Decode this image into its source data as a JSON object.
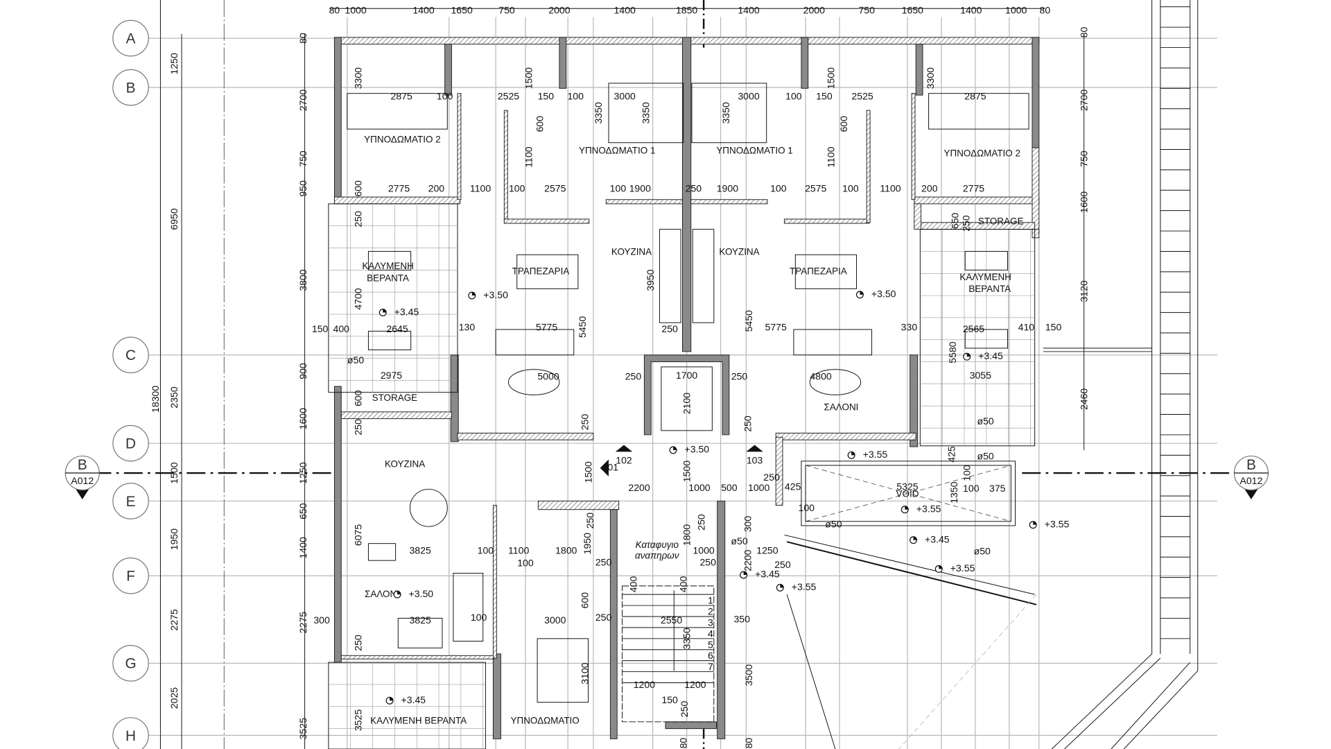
{
  "title": "Floor plan",
  "grid_rows": [
    "A",
    "B",
    "C",
    "D",
    "E",
    "F",
    "G",
    "H"
  ],
  "section_marker": {
    "letter": "B",
    "sheet": "A012"
  },
  "top_dimensions": [
    "80",
    "1000",
    "1400",
    "1650",
    "750",
    "2000",
    "1400",
    "1850",
    "1400",
    "2000",
    "750",
    "1650",
    "1400",
    "1000",
    "80"
  ],
  "left_outer_dimensions": [
    "1250",
    "6950",
    "18300",
    "2350",
    "1500",
    "1950",
    "2275",
    "2025"
  ],
  "left_inner_dimensions": [
    "80",
    "2700",
    "750",
    "950",
    "3800",
    "900",
    "1600",
    "1250",
    "650",
    "1400",
    "2275",
    "3525"
  ],
  "right_dimensions": [
    "80",
    "2700",
    "750",
    "1600",
    "3120",
    "2460"
  ],
  "rooms": [
    "ΥΠΝΟΔΩΜΑΤΙΟ 2",
    "ΥΠΝΟΔΩΜΑΤΙΟ 1",
    "ΥΠΝΟΔΩΜΑΤΙΟ 1",
    "ΥΠΝΟΔΩΜΑΤΙΟ 2",
    "ΚΟΥΖΙΝΑ",
    "ΚΟΥΖΙΝΑ",
    "ΤΡΑΠΕΖΑΡΙΑ",
    "ΤΡΑΠΕΖΑΡΙΑ",
    "ΚΑΛΥΜΕΝΗ",
    "ΒΕΡΑΝΤΑ",
    "ΚΑΛΥΜΕΝΗ",
    "ΒΕΡΑΝΤΑ",
    "STORAGE",
    "STORAGE",
    "ΣΑΛΟΝΙ",
    "ΚΟΥΖΙΝΑ",
    "ΣΑΛΟΝΙ",
    "ΚΑΛΥΜΕΝΗ ΒΕΡΑΝΤΑ",
    "ΥΠΝΟΔΩΜΑΤΙΟ",
    "VOID",
    "Καταφυγιο",
    "αναπηρων"
  ],
  "elevations": [
    "+3.50",
    "+3.45",
    "+3.50",
    "+3.45",
    "+3.50",
    "+3.55",
    "+3.55",
    "+3.45",
    "+3.55",
    "+3.55",
    "+3.45",
    "+3.55",
    "+3.50",
    "+3.45"
  ],
  "drains": [
    "ø50",
    "ø50",
    "ø50",
    "ø50",
    "ø50",
    "ø50"
  ],
  "door_tags": [
    "101",
    "102",
    "103"
  ],
  "stair_steps": [
    "1",
    "2",
    "3",
    "4",
    "5",
    "6",
    "7"
  ],
  "dimensions": [
    "2875",
    "100",
    "2525",
    "150",
    "100",
    "3000",
    "3000",
    "100",
    "150",
    "2525",
    "2875",
    "3300",
    "3300",
    "1500",
    "1500",
    "3350",
    "3350",
    "3350",
    "600",
    "600",
    "1100",
    "1100",
    "600",
    "2775",
    "200",
    "1100",
    "100",
    "2575",
    "100",
    "1900",
    "250",
    "1900",
    "100",
    "2575",
    "100",
    "1100",
    "200",
    "2775",
    "250",
    "3950",
    "4700",
    "5450",
    "5450",
    "150",
    "400",
    "2645",
    "130",
    "5775",
    "250",
    "5775",
    "330",
    "2565",
    "410",
    "150",
    "5580",
    "2975",
    "5000",
    "250",
    "1700",
    "250",
    "4800",
    "3055",
    "2100",
    "250",
    "250",
    "600",
    "250",
    "1500",
    "1500",
    "2200",
    "1000",
    "500",
    "1000",
    "250",
    "425",
    "5325",
    "100",
    "375",
    "100",
    "1350",
    "425",
    "100",
    "6075",
    "3825",
    "100",
    "1100",
    "1800",
    "1950",
    "100",
    "250",
    "250",
    "1800",
    "250",
    "1000",
    "250",
    "300",
    "2200",
    "1250",
    "250",
    "300",
    "3825",
    "100",
    "3000",
    "250",
    "600",
    "2550",
    "350",
    "3350",
    "400",
    "400",
    "3100",
    "1200",
    "1200",
    "150",
    "250",
    "3500",
    "250",
    "3525",
    "80",
    "80",
    "650",
    "250"
  ]
}
